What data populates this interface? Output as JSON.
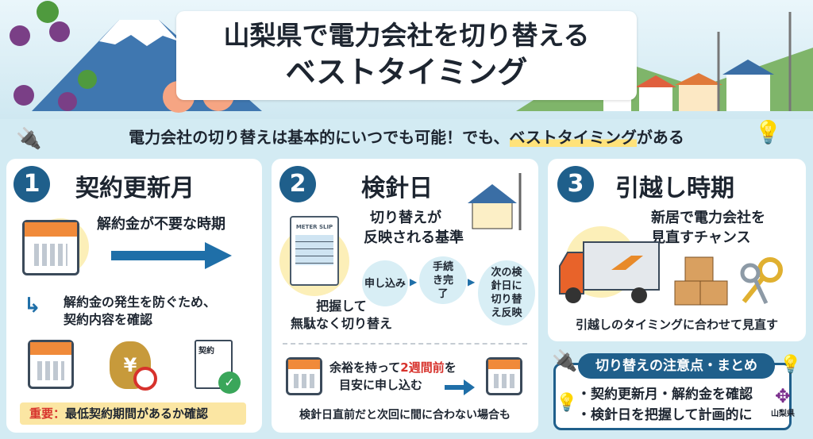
{
  "header": {
    "title_line1": "山梨県で電力会社を切り替える",
    "title_line2": "ベストタイミング"
  },
  "subtitle": {
    "before": "電力会社の切り替えは基本的にいつでも可能！でも、",
    "highlight": "ベストタイミング",
    "after": "がある"
  },
  "section1": {
    "number": "1",
    "title": "契約更新月",
    "lead": "解約金が不要な時期",
    "note_line1": "解約金の発生を防ぐため、",
    "note_line2": "契約内容を確認",
    "important_label": "重要：",
    "important_text": "最低契約期間があるか確認",
    "doc_label": "契約",
    "yen": "¥"
  },
  "section2": {
    "number": "2",
    "title": "検針日",
    "lead_line1": "切り替えが",
    "lead_line2": "反映される基準",
    "slip_label": "METER SLIP",
    "steps": [
      "申し込み",
      "手続き完了",
      "次の検針日に切り替え反映"
    ],
    "grasp_line1": "把握して",
    "grasp_line2": "無駄なく切り替え",
    "advice_pre": "余裕を持って",
    "advice_red": "2週間前",
    "advice_post": "を",
    "advice_line2": "目安に申し込む",
    "warning": "検針日直前だと次回に間に合わない場合も"
  },
  "section3": {
    "number": "3",
    "title": "引越し時期",
    "lead_line1": "新居で電力会社を",
    "lead_line2": "見直すチャンス",
    "caption": "引越しのタイミングに合わせて見直す"
  },
  "summary": {
    "title": "切り替えの注意点・まとめ",
    "bullets": [
      "・契約更新月・解約金を確認",
      "・検針日を把握して計画的に"
    ],
    "logo_text": "山梨県"
  },
  "colors": {
    "accent": "#1f5f8b",
    "highlight": "#ffe27a",
    "important_red": "#d7322c"
  }
}
